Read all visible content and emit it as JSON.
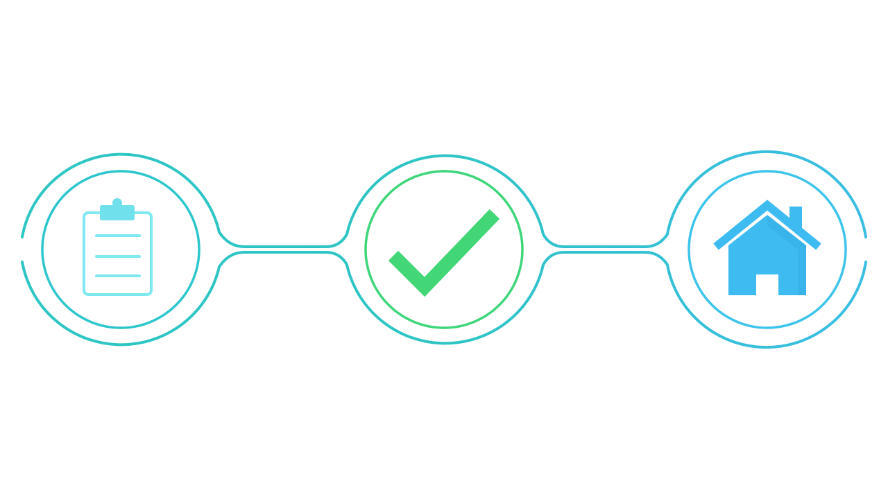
{
  "diagram": {
    "type": "three-step-process",
    "steps": [
      {
        "icon": "clipboard-icon",
        "state": "pending"
      },
      {
        "icon": "checkmark-icon",
        "state": "complete"
      },
      {
        "icon": "home-icon",
        "state": "destination"
      }
    ],
    "colors": {
      "background": "#ffffff",
      "connector_teal": "#2ec4c8",
      "connector_blue": "#35bde0",
      "inner_ring_teal": "#2cc6cc",
      "inner_ring_green": "#3ed67a",
      "inner_ring_blue": "#3dc4ea",
      "clipboard": "#7fe8f0",
      "clipboard_clip": "#6fe0ec",
      "check": "#43d676",
      "house": "#3ebcf2",
      "house_shade": "#2fa6dc"
    }
  }
}
